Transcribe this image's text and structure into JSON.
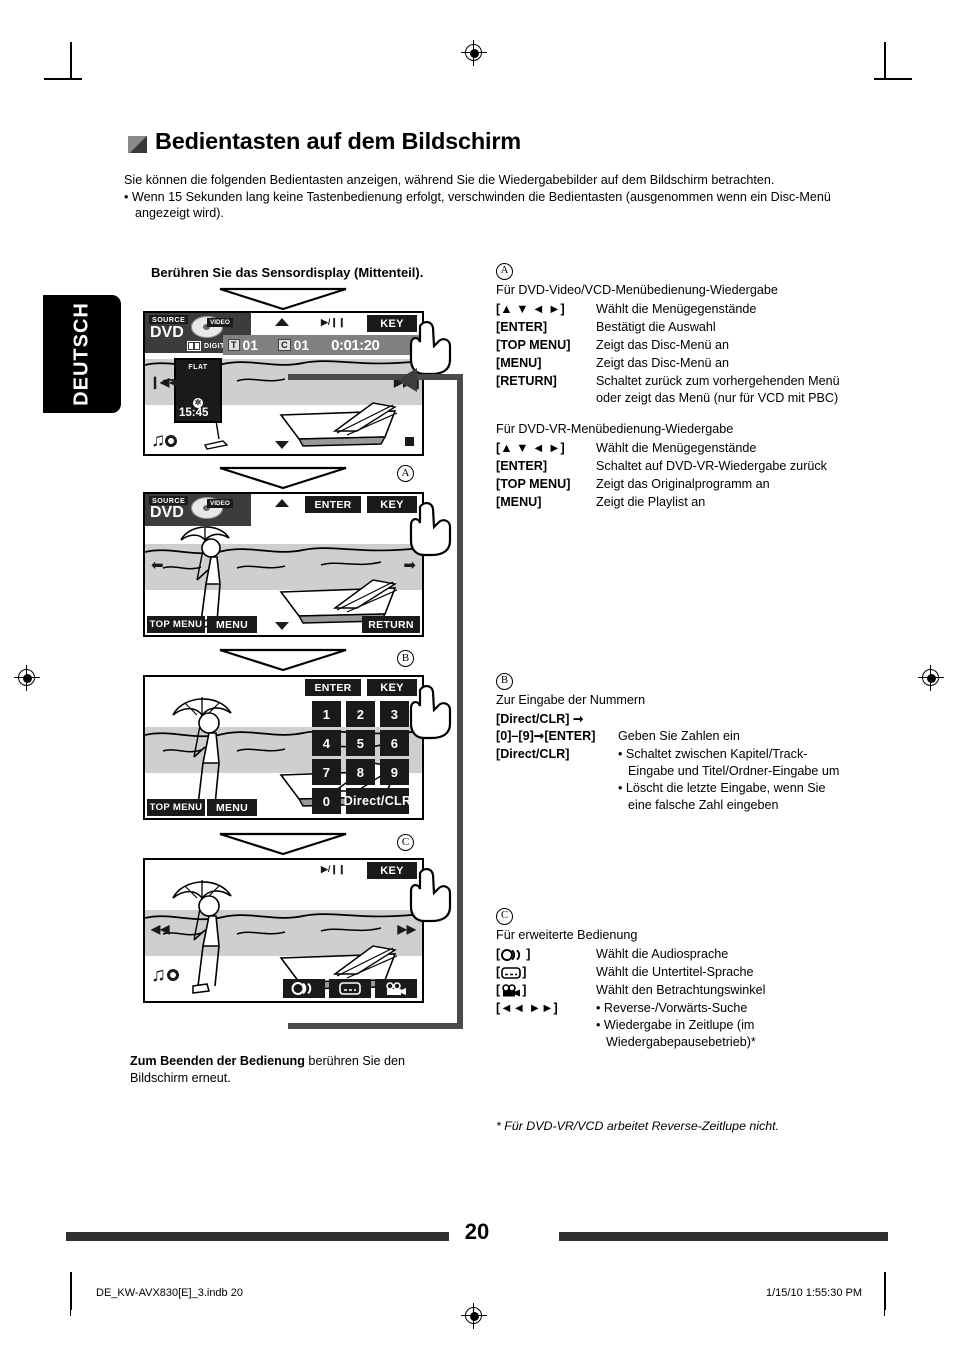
{
  "language_tab": "DEUTSCH",
  "page": {
    "title": "Bedientasten auf dem Bildschirm",
    "number": "20"
  },
  "intro": {
    "line1": "Sie können die folgenden Bedientasten anzeigen, während Sie die Wiedergabebilder auf dem Bildschirm betrachten.",
    "bullet1": "Wenn 15 Sekunden lang keine Tastenbedienung erfolgt, verschwinden die Bedientasten (ausgenommen wenn ein Disc-Menü angezeigt wird)."
  },
  "touch_heading": "Berühren Sie das Sensordisplay (Mittenteil).",
  "end_note_bold": "Zum Beenden der Bedienung",
  "end_note_rest": " berühren Sie den Bildschirm erneut.",
  "screens": {
    "screen1": {
      "source_label": "SOURCE",
      "source_value": "DVD",
      "disc_badge": "VIDEO",
      "digital_badge": "DIGITAL",
      "title_indicator": "T",
      "title_number": "01",
      "chapter_indicator": "C",
      "chapter_number": "01",
      "time": "0:01:20",
      "play_pause": "▶/❙❙",
      "key_button": "KEY",
      "eq_label": "FLAT",
      "clock": "15:45"
    },
    "screen2": {
      "source_label": "SOURCE",
      "source_value": "DVD",
      "disc_badge": "VIDEO",
      "enter_button": "ENTER",
      "key_button": "KEY",
      "top_menu_button": "TOP MENU",
      "menu_button": "MENU",
      "return_button": "RETURN"
    },
    "screen3": {
      "enter_button": "ENTER",
      "key_button": "KEY",
      "top_menu_button": "TOP MENU",
      "menu_button": "MENU",
      "keypad": [
        "1",
        "2",
        "3",
        "4",
        "5",
        "6",
        "7",
        "8",
        "9",
        "0"
      ],
      "direct_clr_button": "Direct/CLR"
    },
    "screen4": {
      "play_pause": "▶/❙❙",
      "key_button": "KEY"
    }
  },
  "callouts": {
    "a": "A",
    "b": "B",
    "c": "C"
  },
  "sections": {
    "a": {
      "marker": "A",
      "heading1": "Für DVD-Video/VCD-Menübedienung-Wiedergabe",
      "rows1": [
        {
          "key": "[▲ ▼ ◄ ►]",
          "value": "Wählt die Menügegenstände"
        },
        {
          "key": "[ENTER]",
          "value": "Bestätigt die Auswahl"
        },
        {
          "key": "[TOP MENU]",
          "value": "Zeigt das Disc-Menü an"
        },
        {
          "key": "[MENU]",
          "value": "Zeigt das Disc-Menü an"
        },
        {
          "key": "[RETURN]",
          "value": "Schaltet zurück zum vorhergehenden Menü oder zeigt das Menü (nur für VCD mit PBC)"
        }
      ],
      "heading2": "Für DVD-VR-Menübedienung-Wiedergabe",
      "rows2": [
        {
          "key": "[▲ ▼ ◄ ►]",
          "value": "Wählt die Menügegenstände"
        },
        {
          "key": "[ENTER]",
          "value": "Schaltet auf DVD-VR-Wiedergabe zurück"
        },
        {
          "key": "[TOP MENU]",
          "value": "Zeigt das Originalprogramm an"
        },
        {
          "key": "[MENU]",
          "value": "Zeigt die Playlist an"
        }
      ]
    },
    "b": {
      "marker": "B",
      "heading": "Zur Eingabe der Nummern",
      "row_direct_arrow": "[Direct/CLR] ➞",
      "rows": [
        {
          "key": "[0]–[9]➞[ENTER]",
          "value": "Geben Sie Zahlen ein"
        }
      ],
      "direct_clr_key": "[Direct/CLR]",
      "direct_clr_bullets": [
        "Schaltet zwischen Kapitel/Track-Eingabe und Titel/Ordner-Eingabe um",
        "Löscht die letzte Eingabe, wenn Sie eine falsche Zahl eingeben"
      ]
    },
    "c": {
      "marker": "C",
      "heading": "Für erweiterte Bedienung",
      "rows": [
        {
          "key_icon": "audio-language-icon",
          "key": "[◎⟩⟩]",
          "value": "Wählt die Audiosprache"
        },
        {
          "key_icon": "subtitle-icon",
          "key": "[▭]",
          "value": "Wählt die Untertitel-Sprache"
        },
        {
          "key_icon": "angle-camera-icon",
          "key": "[🎥]",
          "value": "Wählt den Betrachtungswinkel"
        }
      ],
      "search_key": "[◄◄ ►►]",
      "search_bullets": [
        "Reverse-/Vorwärts-Suche",
        "Wiedergabe in Zeitlupe (im Wiedergabepausebetrieb)*"
      ]
    }
  },
  "footnote": "*  Für DVD-VR/VCD arbeitet Reverse-Zeitlupe nicht.",
  "footer": {
    "left": "DE_KW-AVX830[E]_3.indb   20",
    "right": "1/15/10   1:55:30 PM"
  }
}
